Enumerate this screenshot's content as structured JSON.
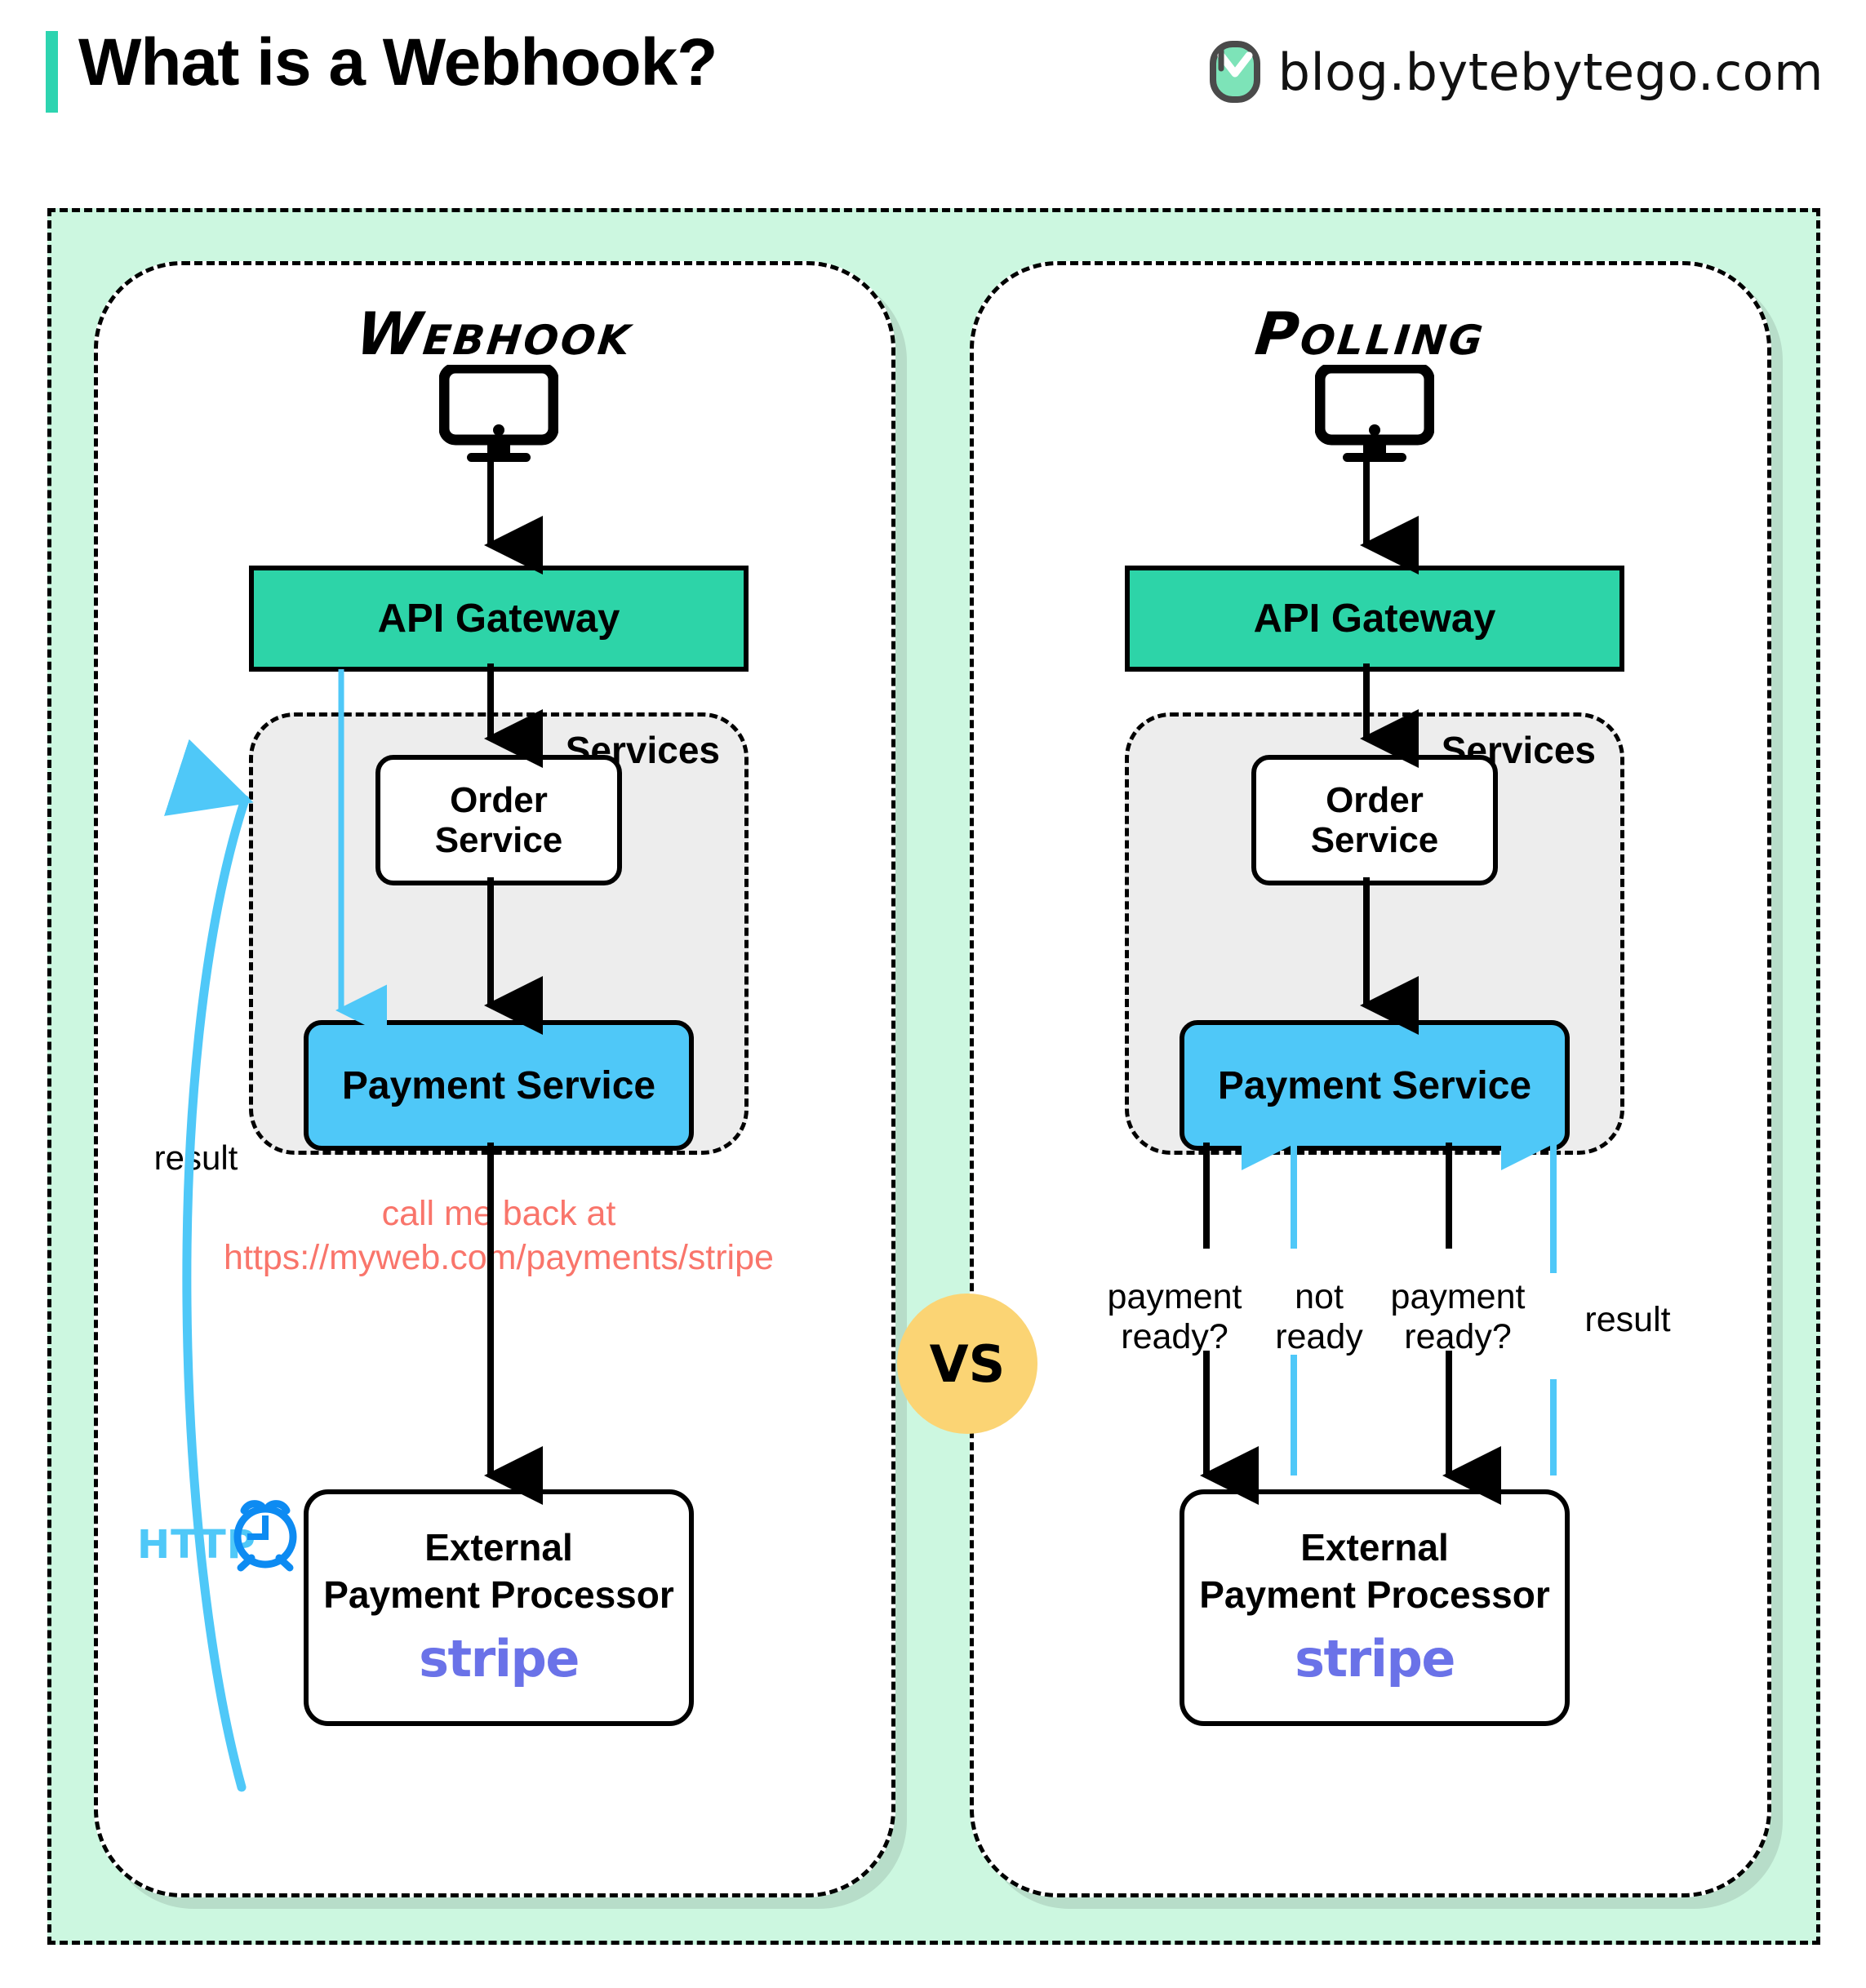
{
  "header": {
    "title": "What is a Webhook?",
    "brand_text": "blog.bytebytego.com",
    "accent_color": "#2DD4B0",
    "logo_icon": "bytebytego-logo-icon"
  },
  "comparison": {
    "vs_label": "VS",
    "vs_color": "#FBD474"
  },
  "colors": {
    "outer_background": "#CCF7E0",
    "gateway_fill": "#2DD4A8",
    "payment_fill": "#4FC8F8",
    "services_fill": "#EDEDED",
    "note_red": "#F9756B",
    "http_blue": "#4FC8F8",
    "clock_blue": "#0D8BF2",
    "stripe_purple": "#6A72E8"
  },
  "panels": [
    {
      "id": "webhook",
      "title": "Webhook",
      "client_icon": "monitor-icon",
      "gateway": "API Gateway",
      "services_label": "Services",
      "order_service": "Order\nService",
      "order_service_line1": "Order",
      "order_service_line2": "Service",
      "payment_service": "Payment Service",
      "processor_line1": "External",
      "processor_line2": "Payment Processor",
      "processor_logo": "stripe",
      "callback_note_line1": "call me back at",
      "callback_note_line2": "https://myweb.com/payments/stripe",
      "result_label": "result",
      "http_label": "HTTP",
      "clock_icon": "alarm-clock-icon"
    },
    {
      "id": "polling",
      "title": "Polling",
      "client_icon": "monitor-icon",
      "gateway": "API Gateway",
      "services_label": "Services",
      "order_service_line1": "Order",
      "order_service_line2": "Service",
      "payment_service": "Payment Service",
      "processor_line1": "External",
      "processor_line2": "Payment Processor",
      "processor_logo": "stripe",
      "poll_labels": [
        {
          "line1": "payment",
          "line2": "ready?",
          "direction": "down",
          "color": "#000000"
        },
        {
          "line1": "not",
          "line2": "ready",
          "direction": "up",
          "color": "#4FC8F8"
        },
        {
          "line1": "payment",
          "line2": "ready?",
          "direction": "down",
          "color": "#000000"
        },
        {
          "line1": "result",
          "line2": "",
          "direction": "up",
          "color": "#4FC8F8"
        }
      ]
    }
  ]
}
